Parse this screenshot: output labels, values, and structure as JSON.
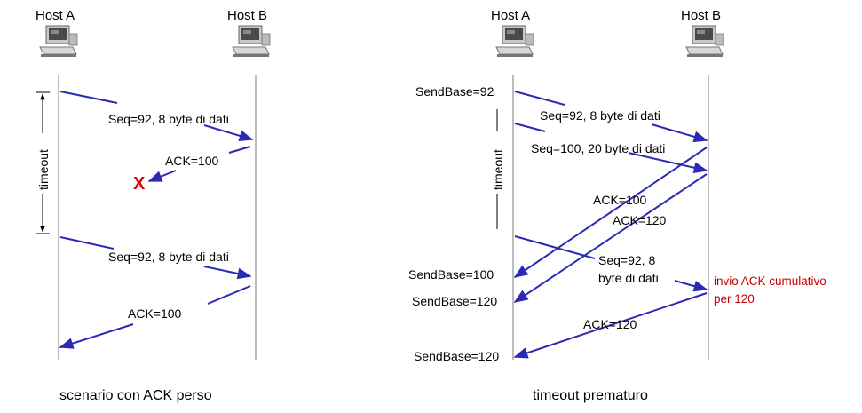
{
  "left": {
    "host_a": "Host A",
    "host_b": "Host B",
    "timeout": "timeout",
    "msg1": "Seq=92, 8 byte di dati",
    "ack1": "ACK=100",
    "loss_mark": "X",
    "msg2": "Seq=92, 8 byte di dati",
    "ack2": "ACK=100",
    "caption": "scenario con ACK perso"
  },
  "right": {
    "host_a": "Host A",
    "host_b": "Host B",
    "timeout": "timeout",
    "sendbase_92": "SendBase=92",
    "msg1": "Seq=92, 8 byte di dati",
    "msg2": "Seq=100, 20 byte di dati",
    "ack100": "ACK=100",
    "ack120": "ACK=120",
    "resend_line1": "Seq=92,  8",
    "resend_line2": "byte di dati",
    "sendbase_100": "SendBase=100",
    "sendbase_120a": "SendBase=120",
    "ack120b": "ACK=120",
    "sendbase_120b": "SendBase=120",
    "note_line1": "invio ACK cumulativo",
    "note_line2": "per 120",
    "caption": "timeout prematuro"
  },
  "colors": {
    "arrow": "#2a2ab4",
    "loss": "#e00000",
    "note": "#c00000",
    "timeline": "#999999"
  },
  "icons": [
    "computer-icon"
  ]
}
